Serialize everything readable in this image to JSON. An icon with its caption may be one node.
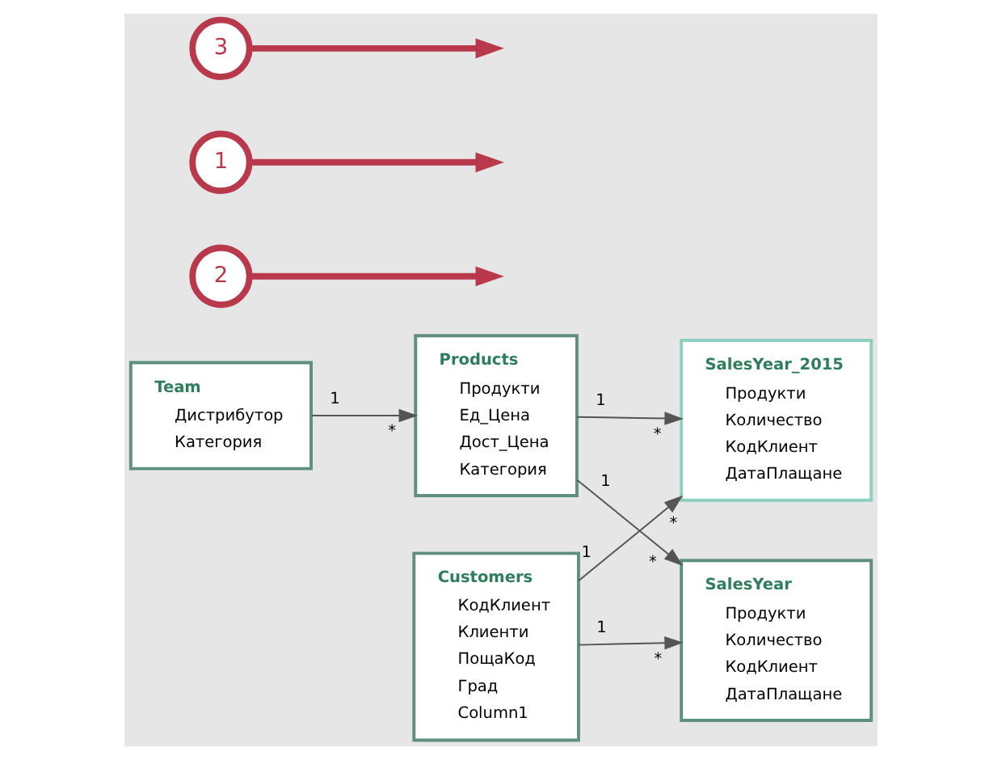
{
  "diagram": {
    "nodes": [
      {
        "text": [
          "Products",
          "Продукти",
          "Ед_Цена",
          "Дост_Цена",
          "Категория"
        ]
      },
      {
        "text": [
          "2"
        ]
      },
      {
        "text": [
          "Team",
          "Дистрибутор",
          "Категория"
        ]
      },
      {
        "text": [
          "1"
        ]
      },
      {
        "text": [
          "Customers",
          "КодКлиент",
          "Клиенти",
          "ПощаКод",
          "Град",
          "Column1"
        ]
      },
      {
        "text": [
          "SalesYear_2015",
          "Продукти",
          "Количество",
          "КодКлиент",
          "ДатаПлащане"
        ]
      },
      {
        "text": [
          "3"
        ]
      },
      {
        "text": [
          "SalesYear",
          "Продукти",
          "Количество",
          "КодКлиент",
          "ДатаПлащане"
        ]
      }
    ],
    "edges": [
      {
        "from": 2,
        "to": 0,
        "arrow": "to"
      },
      {
        "from": 0,
        "to": 5,
        "arrow": "to"
      },
      {
        "from": 4,
        "to": 5,
        "arrow": "to"
      },
      {
        "from": 0,
        "to": 7,
        "arrow": "to"
      },
      {
        "from": 4,
        "to": 7,
        "arrow": "to"
      },
      {
        "from": 1,
        "to": null,
        "arrow": "to",
        "style": "thick",
        "color": "#b8394c"
      },
      {
        "from": 3,
        "to": null,
        "arrow": "to",
        "style": "thick",
        "color": "#b8394c"
      },
      {
        "from": 6,
        "to": null,
        "arrow": "to",
        "style": "thick",
        "color": "#b8394c"
      }
    ],
    "labels": [
      "1",
      "*",
      "1",
      "1",
      "*",
      "*",
      "1",
      "1",
      "*",
      "*"
    ]
  }
}
